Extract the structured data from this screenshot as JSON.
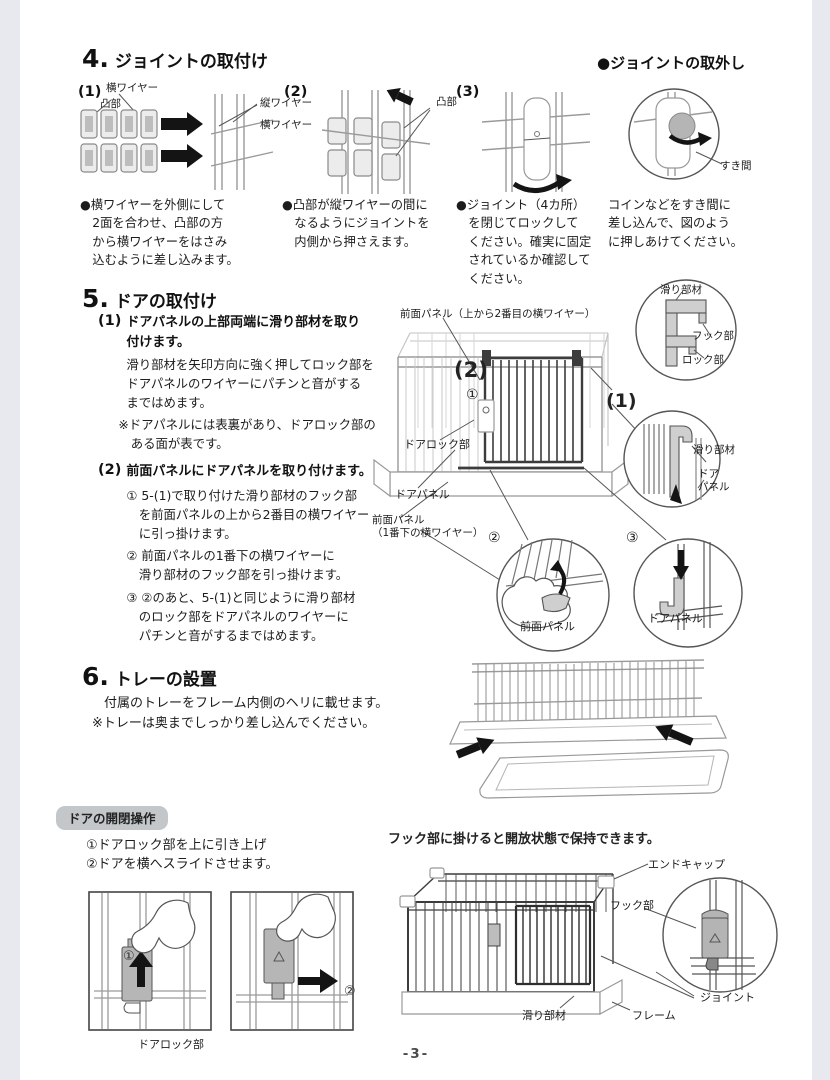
{
  "page": {
    "number": "-3-"
  },
  "s4": {
    "num": "4.",
    "title": "ジョイントの取付け",
    "step1_mark": "(1)",
    "step2_mark": "(2)",
    "step3_mark": "(3)",
    "lbl_yoko1": "横ワイヤー",
    "lbl_totsu1": "凸部",
    "lbl_tate": "縦ワイヤー",
    "lbl_yoko2": "横ワイヤー",
    "lbl_totsu2": "凸部",
    "note1": "●横ワイヤーを外側にして\n　2面を合わせ、凸部の方\n　から横ワイヤーをはさみ\n　込むように差し込みます。",
    "note2": "●凸部が縦ワイヤーの間に\n　なるようにジョイントを\n　内側から押さえます。",
    "note3": "●ジョイント（4カ所）\n　を閉じてロックして\n　ください。確実に固定\n　されているか確認して\n　ください。",
    "removal": {
      "title": "●ジョイントの取外し",
      "lbl_sukima": "すき間",
      "note": "コインなどをすき間に\n差し込んで、図のよう\nに押しあけてください。"
    }
  },
  "s5": {
    "num": "5.",
    "title": "ドアの取付け",
    "step1_mark": "(1)",
    "step1_head": "ドアパネルの上部両端に滑り部材を取り\n付けます。",
    "step1_body": "滑り部材を矢印方向に強く押してロック部を\nドアパネルのワイヤーにパチンと音がする\nまではめます。",
    "step1_note": "※ドアパネルには表裏があり、ドアロック部の\n　ある面が表です。",
    "step2_mark": "(2)",
    "step2_head": "前面パネルにドアパネルを取り付けます。",
    "step2_item1": "① 5-(1)で取り付けた滑り部材のフック部\n　を前面パネルの上から2番目の横ワイヤー\n　に引っ掛けます。",
    "step2_item2": "② 前面パネルの1番下の横ワイヤーに\n　滑り部材のフック部を引っ掛けます。",
    "step2_item3": "③ ②のあと、5-(1)と同じように滑り部材\n　のロック部をドアパネルのワイヤーに\n　パチンと音がするまではめます。",
    "diagram": {
      "lbl_front_top": "前面パネル（上から2番目の横ワイヤー）",
      "mark2": "(2)",
      "mark2_circ": "①",
      "lbl_doorlock": "ドアロック部",
      "lbl_doorpanel": "ドアパネル",
      "lbl_front_bottom": "前面パネル\n（1番下の横ワイヤー）",
      "mark1": "(1)",
      "c1_slide": "滑り部材",
      "c1_hook": "フック部",
      "c1_lock": "ロック部",
      "c2_slide": "滑り部材",
      "c2_door": "ドア\nパネル",
      "c3_mark": "②",
      "c3_label": "前面パネル",
      "c4_mark": "③",
      "c4_label": "ドアパネル"
    }
  },
  "s6": {
    "num": "6.",
    "title": "トレーの設置",
    "line1": "付属のトレーをフレーム内側のヘリに載せます。",
    "line2": "※トレーは奥までしっかり差し込んでください。"
  },
  "door_op": {
    "badge": "ドアの開閉操作",
    "line1": "①ドアロック部を上に引き上げ",
    "line2": "②ドアを横へスライドさせます。",
    "caption": "フック部に掛けると開放状態で保持できます。",
    "mark1": "①",
    "mark2": "②",
    "lbl_doorlock": "ドアロック部",
    "labels": {
      "endcap": "エンドキャップ",
      "hook": "フック部",
      "joint": "ジョイント",
      "slide": "滑り部材",
      "frame": "フレーム"
    }
  }
}
